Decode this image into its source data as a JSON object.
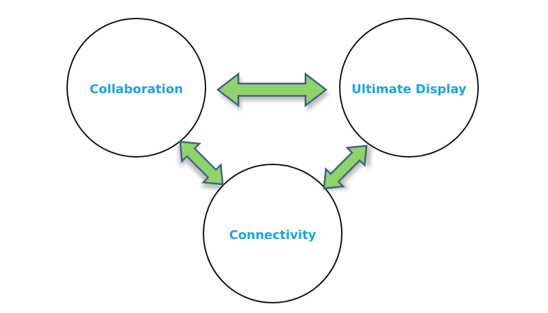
{
  "diagram": {
    "colors": {
      "label": "#1aa3e8",
      "arrow_fill": "#8fd468",
      "arrow_stroke": "#3f5f86",
      "circle_stroke": "#111111",
      "circle_fill": "#ffffff"
    },
    "nodes": [
      {
        "id": "collaboration",
        "label": "Collaboration"
      },
      {
        "id": "ultimate-display",
        "label": "Ultimate Display"
      },
      {
        "id": "connectivity",
        "label": "Connectivity"
      }
    ],
    "connections": [
      {
        "from": "collaboration",
        "to": "ultimate-display",
        "type": "double-arrow"
      },
      {
        "from": "collaboration",
        "to": "connectivity",
        "type": "double-arrow"
      },
      {
        "from": "ultimate-display",
        "to": "connectivity",
        "type": "double-arrow"
      }
    ]
  }
}
